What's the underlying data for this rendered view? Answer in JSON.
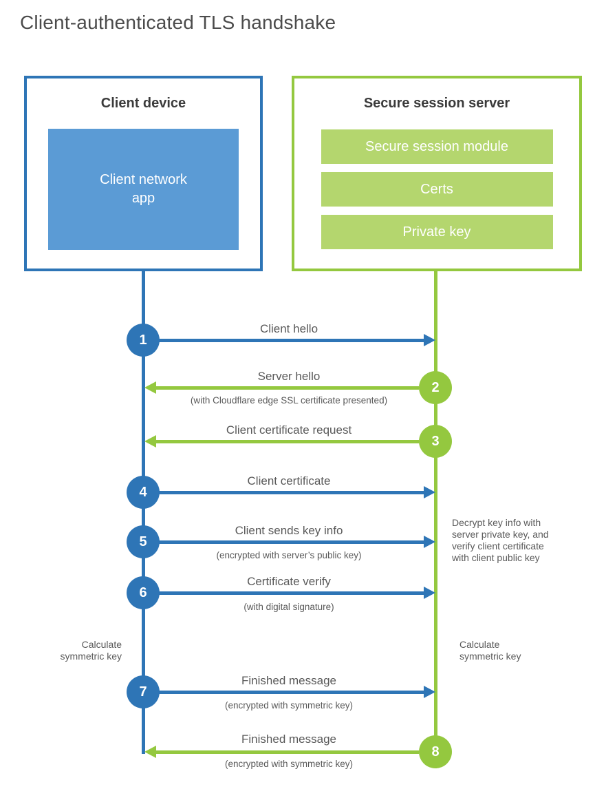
{
  "title": "Client-authenticated TLS handshake",
  "client": {
    "heading": "Client device",
    "app_label": "Client network\napp"
  },
  "server": {
    "heading": "Secure session server",
    "modules": [
      {
        "label": "Secure session module"
      },
      {
        "label": "Certs"
      },
      {
        "label": "Private key"
      }
    ]
  },
  "steps": [
    {
      "num": "1",
      "actor": "client",
      "direction": "to-server",
      "label": "Client hello",
      "sub": ""
    },
    {
      "num": "2",
      "actor": "server",
      "direction": "to-client",
      "label": "Server hello",
      "sub": "(with Cloudflare edge SSL certificate presented)"
    },
    {
      "num": "3",
      "actor": "server",
      "direction": "to-client",
      "label": "Client certificate request",
      "sub": ""
    },
    {
      "num": "4",
      "actor": "client",
      "direction": "to-server",
      "label": "Client certificate",
      "sub": ""
    },
    {
      "num": "5",
      "actor": "client",
      "direction": "to-server",
      "label": "Client sends key info",
      "sub": "(encrypted with server’s public key)"
    },
    {
      "num": "6",
      "actor": "client",
      "direction": "to-server",
      "label": "Certificate verify",
      "sub": "(with digital signature)"
    },
    {
      "num": "7",
      "actor": "client",
      "direction": "to-server",
      "label": "Finished message",
      "sub": "(encrypted with symmetric key)"
    },
    {
      "num": "8",
      "actor": "server",
      "direction": "to-client",
      "label": "Finished message",
      "sub": "(encrypted with symmetric key)"
    }
  ],
  "notes": {
    "decrypt": "Decrypt key info with\nserver private key, and\nverify client certificate\nwith client public key",
    "calc_left": "Calculate\nsymmetric key",
    "calc_right": "Calculate\nsymmetric key"
  },
  "colors": {
    "client_primary": "#2e75b6",
    "client_fill": "#5b9bd5",
    "server_primary": "#94c83f",
    "server_fill": "#b4d66e",
    "heading_text": "#3b3b3b",
    "label_text": "#595959",
    "title_text": "#4b4b4b"
  }
}
